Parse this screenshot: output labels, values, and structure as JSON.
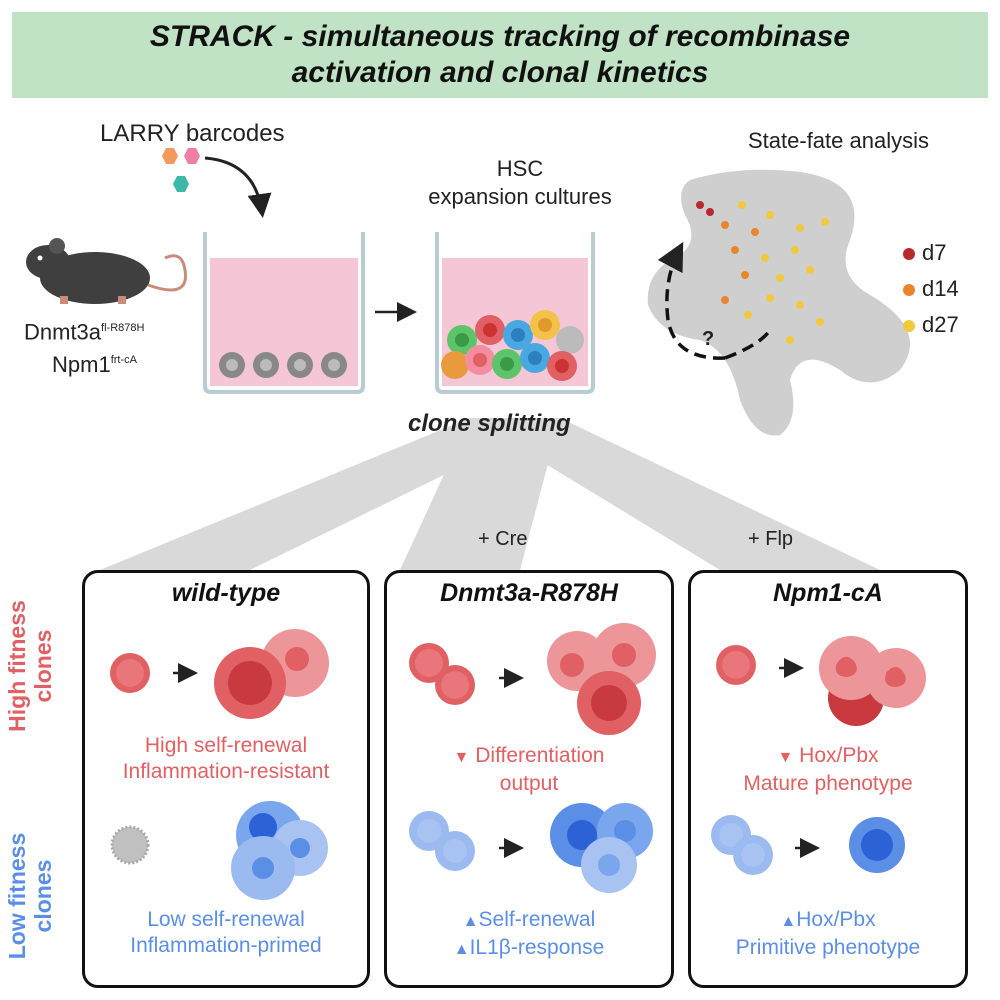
{
  "title": {
    "line1": "STRACK - simultaneous tracking of recombinase",
    "line2": "activation and clonal kinetics"
  },
  "top": {
    "barcodes_label": "LARRY barcodes",
    "mouse_line1": "Dnmt3a",
    "mouse_line1_sup": "fl-R878H",
    "mouse_line2": "Npm1",
    "mouse_line2_sup": "frt-cA",
    "culture_label_line1": "HSC",
    "culture_label_line2": "expansion cultures",
    "state_fate_label": "State-fate analysis",
    "question_mark": "?",
    "clone_splitting": "clone splitting",
    "cre_label": "+ Cre",
    "flp_label": "+ Flp"
  },
  "legend": [
    {
      "label": "d7",
      "color": "#b8292e"
    },
    {
      "label": "d14",
      "color": "#e8862f"
    },
    {
      "label": "d27",
      "color": "#f1c93d"
    }
  ],
  "rows": {
    "high": {
      "line1": "High fitness",
      "line2": "clones",
      "color": "#e06064"
    },
    "low": {
      "line1": "Low fitness",
      "line2": "clones",
      "color": "#5b8fe6"
    }
  },
  "panels": {
    "wildtype": {
      "title": "wild-type",
      "high_text1": "High self-renewal",
      "high_text2": "Inflammation-resistant",
      "low_text1": "Low self-renewal",
      "low_text2": "Inflammation-primed"
    },
    "dnmt3a": {
      "title": "Dnmt3a-R878H",
      "high_text1": "Differentiation",
      "high_text2": "output",
      "low_text1": "Self-renewal",
      "low_text2": "IL1β-response"
    },
    "npm1": {
      "title": "Npm1-cA",
      "high_text1": "Hox/Pbx",
      "high_text2": "Mature phenotype",
      "low_text1": "Hox/Pbx",
      "low_text2": "Primitive phenotype"
    }
  },
  "colors": {
    "banner": "#bfe3c4",
    "red_cell": "#e06064",
    "blue_cell": "#5b8fe6",
    "split_fan": "#d9d9d9"
  }
}
